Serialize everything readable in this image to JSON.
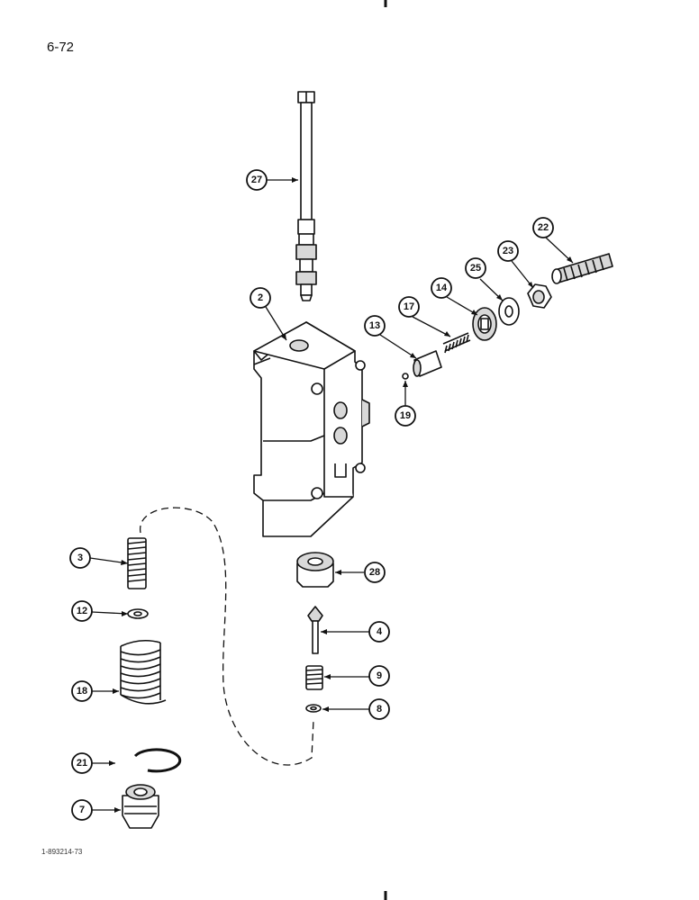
{
  "page": {
    "number": "6-72",
    "figure_code": "1-893214-73"
  },
  "callouts": [
    {
      "id": "27",
      "part": "spool"
    },
    {
      "id": "22",
      "part": "adjusting-screw"
    },
    {
      "id": "23",
      "part": "hex-nut"
    },
    {
      "id": "25",
      "part": "washer"
    },
    {
      "id": "14",
      "part": "seal-washer"
    },
    {
      "id": "17",
      "part": "spring"
    },
    {
      "id": "13",
      "part": "plunger"
    },
    {
      "id": "19",
      "part": "ball"
    },
    {
      "id": "2",
      "part": "valve-body"
    },
    {
      "id": "3",
      "part": "spring"
    },
    {
      "id": "28",
      "part": "fitting"
    },
    {
      "id": "12",
      "part": "washer"
    },
    {
      "id": "4",
      "part": "poppet"
    },
    {
      "id": "18",
      "part": "spring"
    },
    {
      "id": "9",
      "part": "spring"
    },
    {
      "id": "8",
      "part": "washer"
    },
    {
      "id": "21",
      "part": "snap-ring"
    },
    {
      "id": "7",
      "part": "plug"
    }
  ],
  "colors": {
    "line": "#111111",
    "fill": "#ffffff",
    "shade": "#d8d8d8"
  }
}
